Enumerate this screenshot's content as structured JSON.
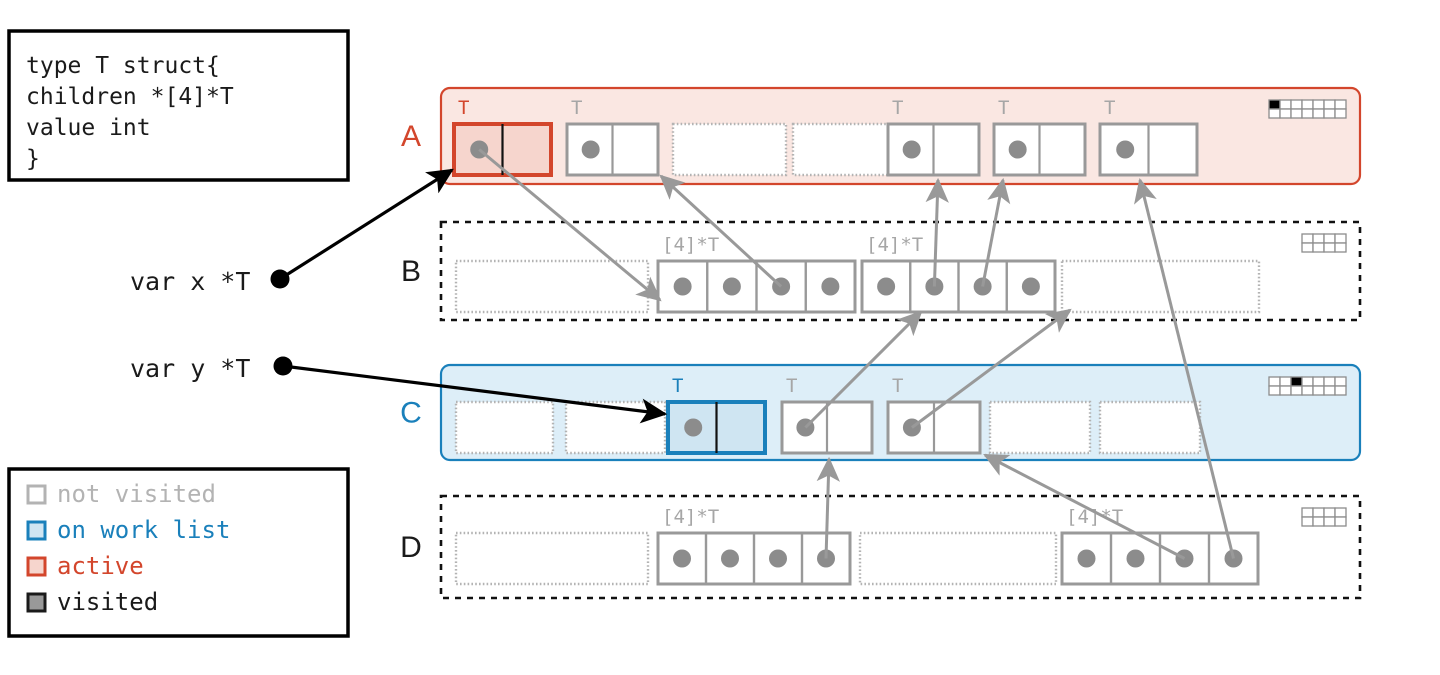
{
  "code_box": {
    "lines": [
      "type T struct{",
      "    children *[4]*T",
      "    value    int",
      "}"
    ]
  },
  "legend": {
    "items": [
      {
        "label": "not visited",
        "stroke": "#b3b3b3",
        "fill": "#ffffff",
        "text_color": "#b3b3b3"
      },
      {
        "label": "on work list",
        "stroke": "#1a80bb",
        "fill": "#cfe5f2",
        "text_color": "#1a80bb"
      },
      {
        "label": "active",
        "stroke": "#d3462c",
        "fill": "#f6d5cd",
        "text_color": "#d3462c"
      },
      {
        "label": "visited",
        "stroke": "#1a1a1a",
        "fill": "#999999",
        "text_color": "#1a1a1a"
      }
    ]
  },
  "variables": [
    {
      "name": "var x *T",
      "target": "A-struct-0"
    },
    {
      "name": "var y *T",
      "target": "C-struct-0"
    }
  ],
  "colors": {
    "active_stroke": "#d3462c",
    "active_fill": "#f6d5cd",
    "active_band": "#fae7e2",
    "worklist_stroke": "#1a80bb",
    "worklist_fill": "#cfe5f2",
    "worklist_band": "#ddeef8",
    "not_visited_stroke": "#999999",
    "not_visited_fill": "#ffffff",
    "empty_slot_stroke": "#b3b3b3",
    "pointer_dot": "#8c8c8c",
    "arrow_gray": "#999999",
    "arrow_black": "#000000",
    "text_black": "#1a1a1a",
    "label_gray": "#a6a6a6"
  },
  "rows": [
    {
      "id": "A",
      "label": "A",
      "label_color": "#d3462c",
      "band_style": "active",
      "type_label": "T",
      "bitmap": {
        "cols": 7,
        "rows": 2,
        "filled": [
          0
        ]
      },
      "slots": [
        {
          "kind": "struct",
          "state": "active",
          "type_label": "T"
        },
        {
          "kind": "struct",
          "state": "not-visited",
          "type_label": "T"
        },
        {
          "kind": "empty"
        },
        {
          "kind": "empty"
        },
        {
          "kind": "struct",
          "state": "not-visited",
          "type_label": "T"
        },
        {
          "kind": "struct",
          "state": "not-visited",
          "type_label": "T"
        },
        {
          "kind": "struct",
          "state": "not-visited",
          "type_label": "T"
        }
      ]
    },
    {
      "id": "B",
      "label": "B",
      "label_color": "#1a1a1a",
      "band_style": "plain",
      "type_label": "[4]*T",
      "bitmap": {
        "cols": 4,
        "rows": 2,
        "filled": []
      },
      "slots": [
        {
          "kind": "empty-wide"
        },
        {
          "kind": "array",
          "cells": 4,
          "type_label": "[4]*T"
        },
        {
          "kind": "array",
          "cells": 4,
          "type_label": "[4]*T"
        },
        {
          "kind": "empty-wide"
        }
      ]
    },
    {
      "id": "C",
      "label": "C",
      "label_color": "#1a80bb",
      "band_style": "worklist",
      "type_label": "T",
      "bitmap": {
        "cols": 7,
        "rows": 2,
        "filled": [
          2
        ]
      },
      "slots": [
        {
          "kind": "empty"
        },
        {
          "kind": "empty"
        },
        {
          "kind": "struct",
          "state": "on-work-list",
          "type_label": "T"
        },
        {
          "kind": "struct",
          "state": "not-visited",
          "type_label": "T"
        },
        {
          "kind": "struct",
          "state": "not-visited",
          "type_label": "T"
        },
        {
          "kind": "empty"
        },
        {
          "kind": "empty"
        }
      ]
    },
    {
      "id": "D",
      "label": "D",
      "label_color": "#1a1a1a",
      "band_style": "plain",
      "type_label": "[4]*T",
      "bitmap": {
        "cols": 4,
        "rows": 2,
        "filled": []
      },
      "slots": [
        {
          "kind": "empty-wide"
        },
        {
          "kind": "array",
          "cells": 4,
          "type_label": "[4]*T"
        },
        {
          "kind": "empty-wide"
        },
        {
          "kind": "array",
          "cells": 4,
          "type_label": "[4]*T"
        }
      ]
    }
  ]
}
